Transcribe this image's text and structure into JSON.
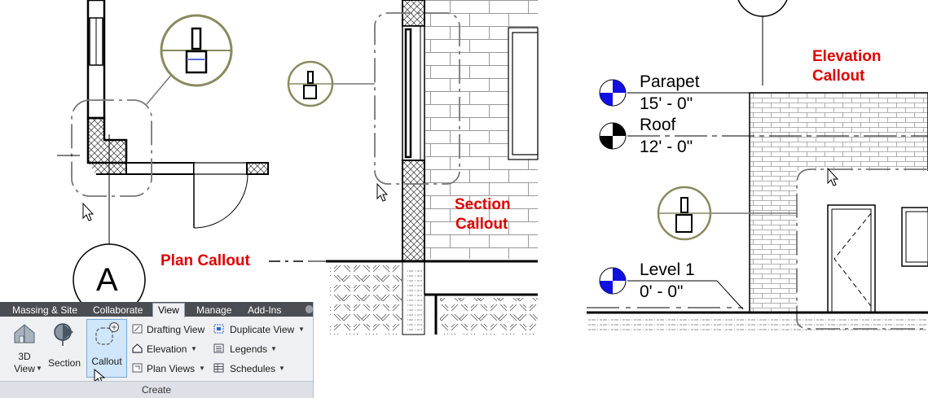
{
  "labels": {
    "plan_callout": "Plan Callout",
    "section_callout_line1": "Section",
    "section_callout_line2": "Callout",
    "elevation_callout_line1": "Elevation",
    "elevation_callout_line2": "Callout"
  },
  "view_tag": "A",
  "levels": [
    {
      "name": "Parapet",
      "elevation": "15' - 0\""
    },
    {
      "name": "Roof",
      "elevation": "12' - 0\""
    },
    {
      "name": "Level 1",
      "elevation": "0' - 0\""
    }
  ],
  "ribbon": {
    "tabs": [
      {
        "label": "Massing & Site"
      },
      {
        "label": "Collaborate"
      },
      {
        "label": "View"
      },
      {
        "label": "Manage"
      },
      {
        "label": "Add-Ins"
      }
    ],
    "active_tab": "View",
    "buttons": {
      "view_3d_line1": "3D",
      "view_3d_line2": "View",
      "section": "Section",
      "callout": "Callout",
      "drafting_view": "Drafting View",
      "elevation": "Elevation",
      "plan_views": "Plan Views",
      "duplicate_view": "Duplicate View",
      "legends": "Legends",
      "schedules": "Schedules"
    },
    "panel_label": "Create"
  },
  "colors": {
    "red_label": "#e00000",
    "ribbon_bg": "#eef0f3",
    "tab_bar": "#4a4d52",
    "callout_highlight": "#cfe6fb",
    "level_marker_blue": "#1010e0",
    "callout_bubble_stroke": "#8a8a60"
  }
}
